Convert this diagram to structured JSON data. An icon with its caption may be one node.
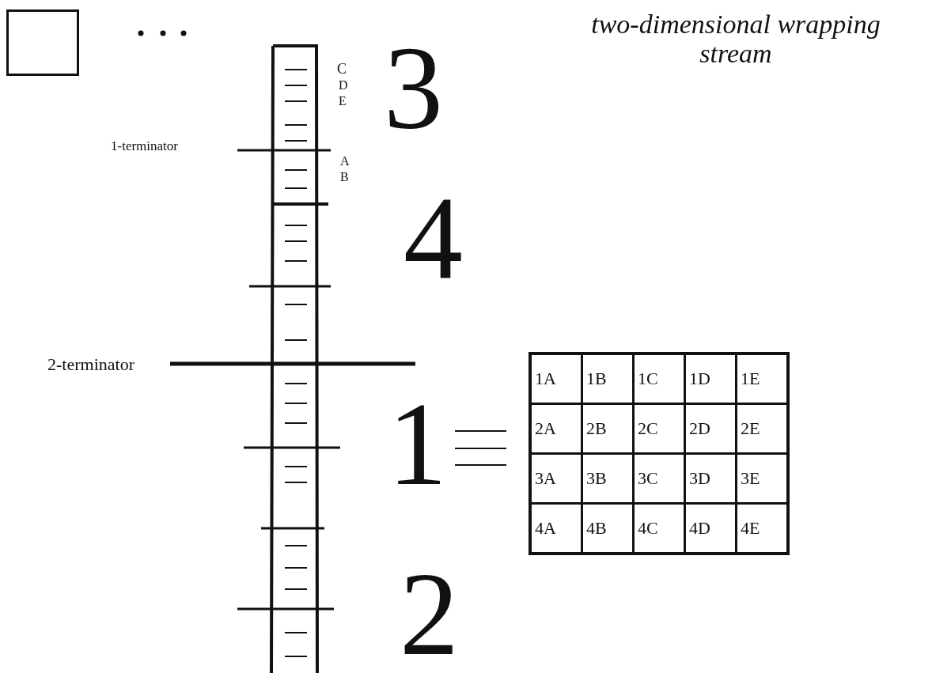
{
  "diagram": {
    "title": "two-dimensional wrapping stream",
    "nodes": [
      {
        "text": [],
        "shape": "box"
      }
    ],
    "labels": [
      "C",
      "D",
      "E",
      "1-terminator",
      "A",
      "B",
      "3",
      "4",
      "2-terminator",
      "1",
      "2",
      "1A",
      "1B",
      "1C",
      "1D",
      "1E",
      "2A",
      "2B",
      "2C",
      "2D",
      "2E",
      "3A",
      "3B",
      "3C",
      "3D",
      "3E",
      "4A",
      "4B",
      "4C",
      "4D",
      "4E"
    ]
  }
}
